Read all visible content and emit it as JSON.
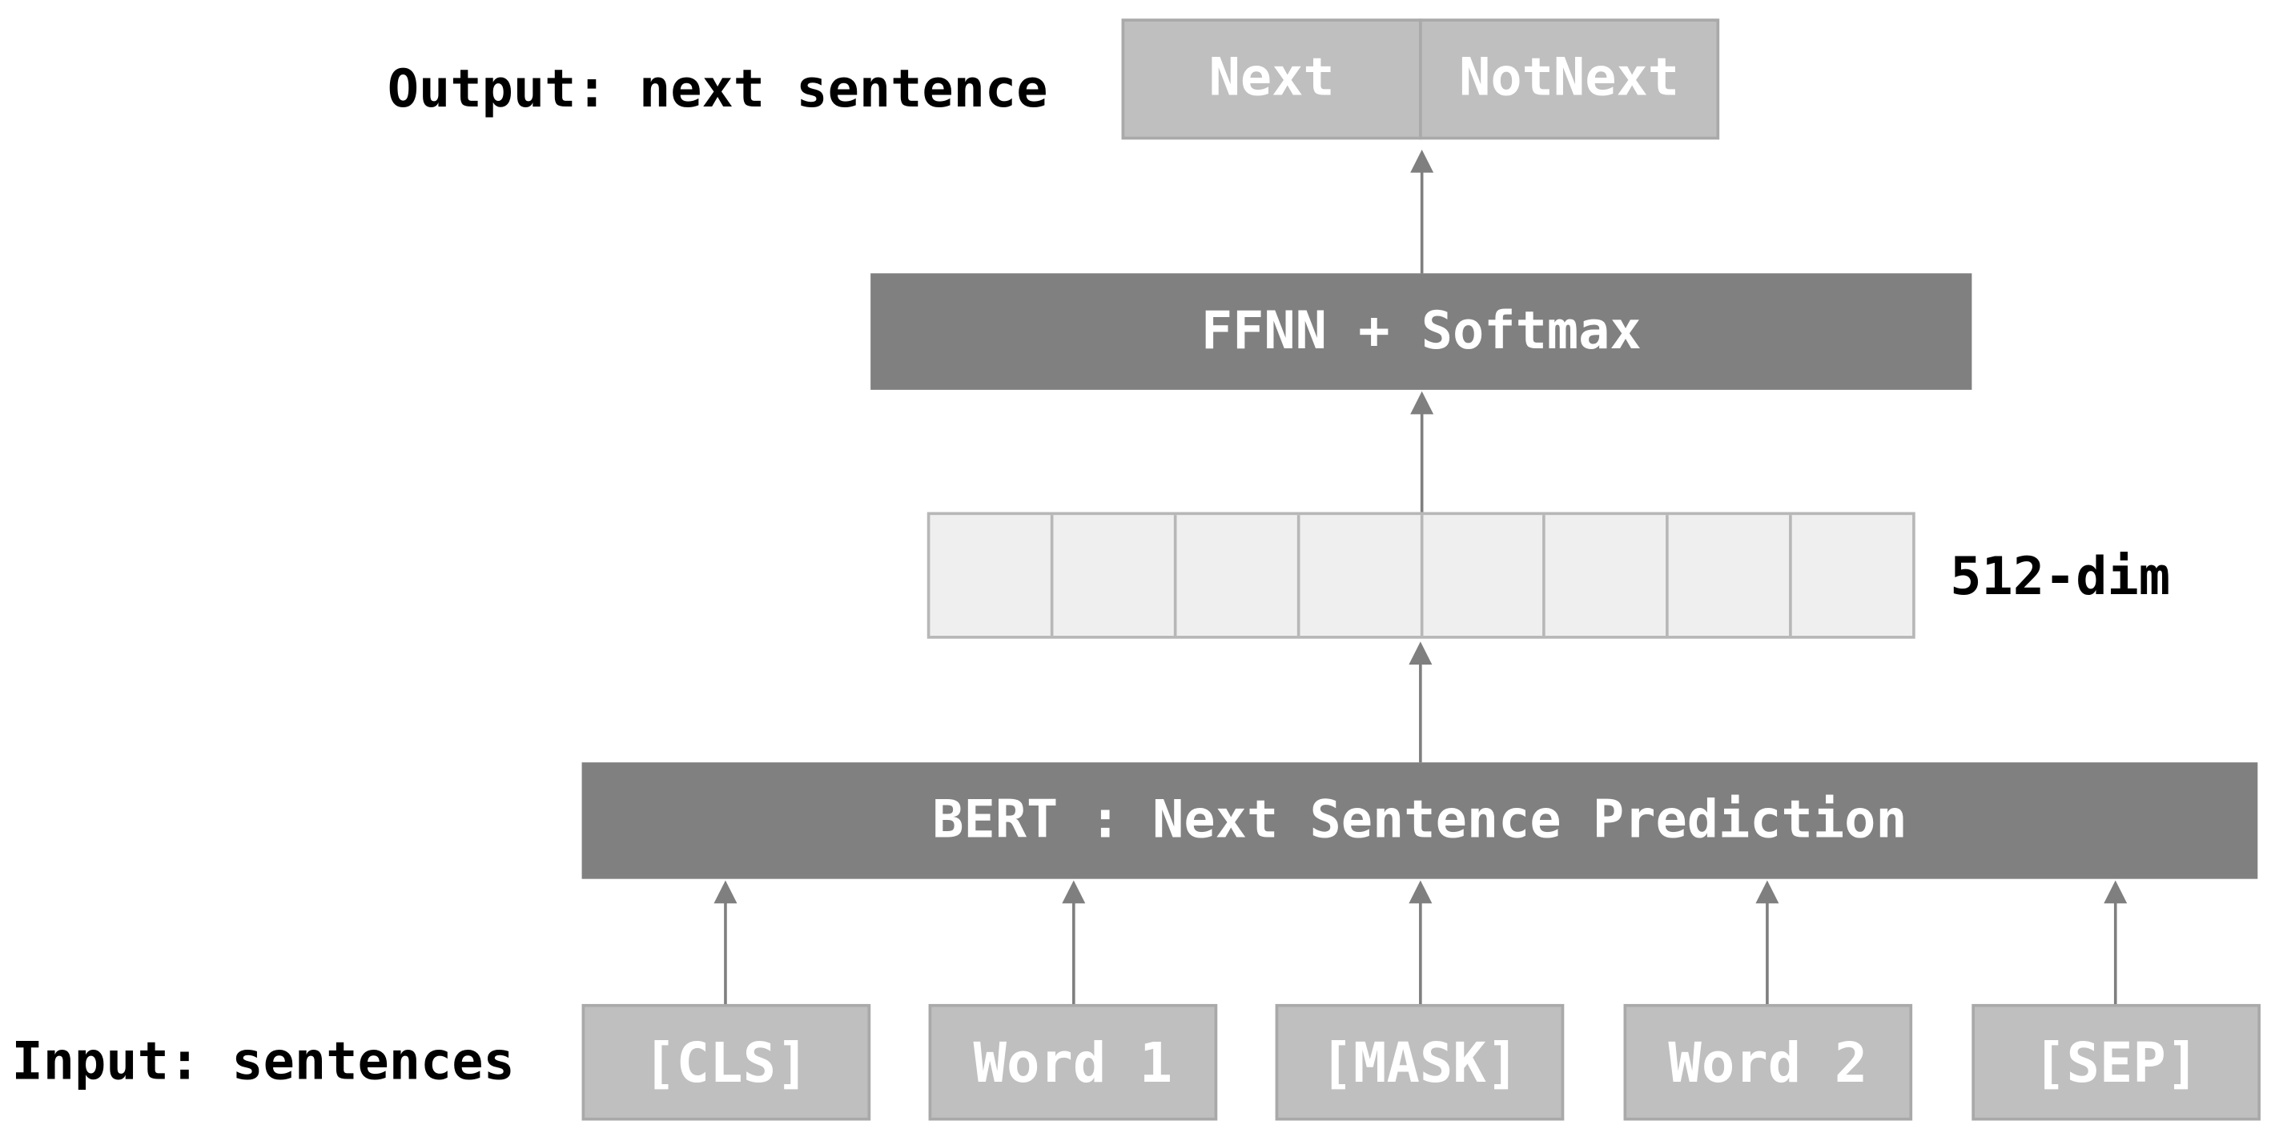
{
  "diagram": {
    "output_label": "Output: next sentence",
    "output_classes": [
      "Next",
      "NotNext"
    ],
    "head_label": "FFNN + Softmax",
    "vector_label": "512-dim",
    "vector_cells": 8,
    "encoder_label": "BERT : Next Sentence Prediction",
    "input_label": "Input: sentences",
    "tokens": [
      "[CLS]",
      "Word 1",
      "[MASK]",
      "Word 2",
      "[SEP]"
    ],
    "colors": {
      "dark_block": "#808080",
      "token_fill": "#bfbfbf",
      "vector_fill": "#efefef",
      "arrow": "#7f7f7f"
    }
  }
}
